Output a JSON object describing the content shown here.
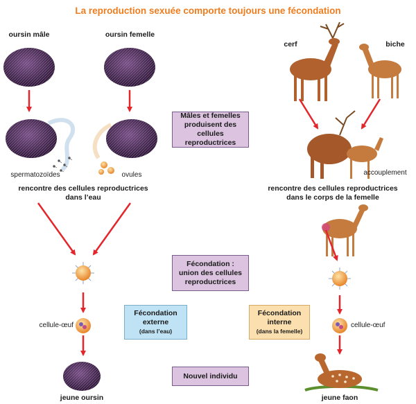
{
  "title": "La reproduction sexuée comporte toujours une fécondation",
  "left": {
    "male_label": "oursin mâle",
    "female_label": "oursin femelle",
    "sperm_label": "spermatozoïdes",
    "ovules_label": "ovules",
    "meeting_line1": "rencontre des cellules reproductrices",
    "meeting_line2": "dans l’eau",
    "egg_label": "cellule-œuf",
    "young_label": "jeune oursin"
  },
  "right": {
    "male_label": "cerf",
    "female_label": "biche",
    "mating_label": "accouplement",
    "meeting_line1": "rencontre des cellules reproductrices",
    "meeting_line2": "dans le corps de la femelle",
    "egg_label": "cellule-œuf",
    "young_label": "jeune faon"
  },
  "center_boxes": {
    "box1": [
      "Mâles et femelles",
      "produisent des",
      "cellules reproductrices"
    ],
    "box2": [
      "Fécondation :",
      "union des cellules",
      "reproductrices"
    ],
    "box3": "Nouvel individu"
  },
  "external": {
    "title1": "Fécondation",
    "title2": "externe",
    "note": "(dans l’eau)"
  },
  "internal": {
    "title1": "Fécondation",
    "title2": "interne",
    "note": "(dans la femelle)"
  },
  "colors": {
    "title": "#ee7d1f",
    "arrow": "#e3262b",
    "urchin": "#4a2a55",
    "deer": "#b0612e",
    "box_purple": "#dcc4e0",
    "box_blue": "#bfe3f4",
    "box_orange": "#fcdfae",
    "egg": "#f19a3e"
  }
}
